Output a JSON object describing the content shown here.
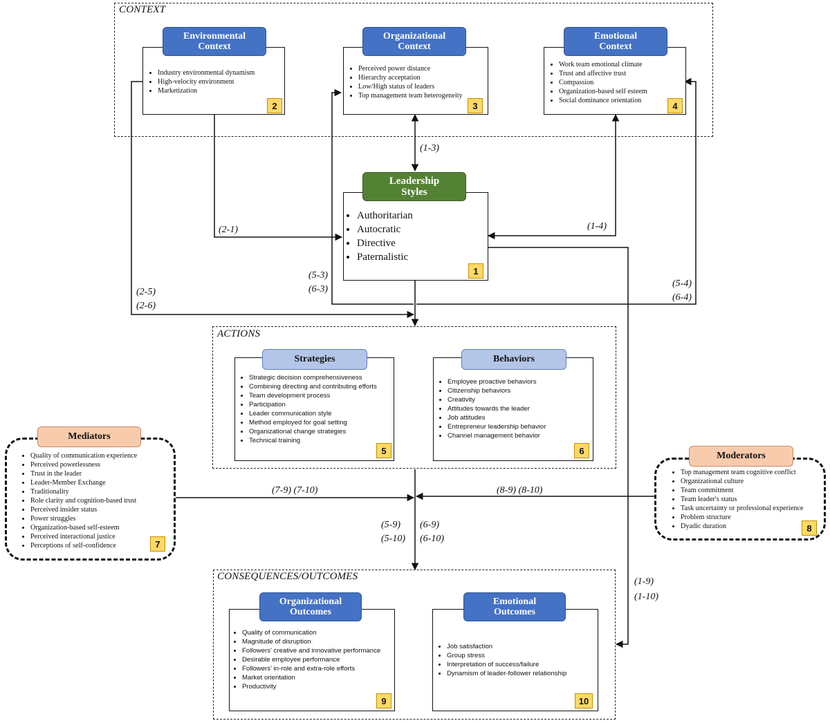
{
  "sections": {
    "context": "CONTEXT",
    "actions": "ACTIONS",
    "consequences": "CONSEQUENCES/OUTCOMES"
  },
  "boxes": {
    "environmental": {
      "title": [
        "Environmental",
        "Context"
      ],
      "items": [
        "Industry environmental dynamism",
        "High-velocity environment",
        "Marketization"
      ],
      "number": "2"
    },
    "organizational_context": {
      "title": [
        "Organizational",
        "Context"
      ],
      "items": [
        "Perceived power distance",
        "Hierarchy acceptation",
        "Low/High status of leaders",
        "Top management team heterogeneity"
      ],
      "number": "3"
    },
    "emotional_context": {
      "title": [
        "Emotional",
        "Context"
      ],
      "items": [
        "Work team emotional climate",
        "Trust and affective trust",
        "Compassion",
        "Organization-based self esteem",
        "Social dominance orientation"
      ],
      "number": "4"
    },
    "leadership": {
      "title": [
        "Leadership",
        "Styles"
      ],
      "items": [
        "Authoritarian",
        "Autocratic",
        "Directive",
        "Paternalistic"
      ],
      "number": "1"
    },
    "strategies": {
      "title": [
        "Strategies"
      ],
      "items": [
        "Strategic decision comprehensiveness",
        "Combining directing and contributing efforts",
        "Team development process",
        "Participation",
        "Leader communication style",
        "Method employed for goal setting",
        "Organizational change strategies",
        "Technical training"
      ],
      "number": "5"
    },
    "behaviors": {
      "title": [
        "Behaviors"
      ],
      "items": [
        "Employee proactive behaviors",
        "Citizenship behaviors",
        "Creativity",
        "Attitudes towards the leader",
        "Job attitudes",
        "Entrepreneur leadership behavior",
        "Channel management behavior"
      ],
      "number": "6"
    },
    "mediators": {
      "title": [
        "Mediators"
      ],
      "items": [
        "Quality of communication experience",
        "Perceived powerlessness",
        "Trust in the leader",
        "Leader-Member Exchange",
        "Traditionality",
        "Role clarity and cognition-based trust",
        "Perceived insider status",
        "Power struggles",
        "Organization-based self-esteem",
        "Perceived interactional justice",
        "Perceptions of self-confidence"
      ],
      "number": "7"
    },
    "moderators": {
      "title": [
        "Moderators"
      ],
      "items": [
        "Top management team cognitive conflict",
        "Organizational culture",
        "Team commitment",
        "Team leader's status",
        "Task uncertainty or professional experience",
        "Problem structure",
        "Dyadic duration"
      ],
      "number": "8"
    },
    "organizational_outcomes": {
      "title": [
        "Organizational",
        "Outcomes"
      ],
      "items": [
        "Quality of communication",
        "Magnitude of disruption",
        "Followers' creative and innovative performance",
        "Desirable employee performance",
        "Followers' in-role and extra-role efforts",
        "Market orientation",
        "Productivity"
      ],
      "number": "9"
    },
    "emotional_outcomes": {
      "title": [
        "Emotional",
        "Outcomes"
      ],
      "items": [
        "Job satisfaction",
        "Group stress",
        "Interpretation of success/failure",
        "Dynamism of leader-follower relationship"
      ],
      "number": "10"
    }
  },
  "links": {
    "l13": "(1-3)",
    "l21": "(2-1)",
    "l14": "(1-4)",
    "l25": "(2-5)",
    "l26": "(2-6)",
    "l53": "(5-3)",
    "l63": "(6-3)",
    "l54": "(5-4)",
    "l64": "(6-4)",
    "l79_710": "(7-9) (7-10)",
    "l89_810": "(8-9) (8-10)",
    "l59": "(5-9)",
    "l510": "(5-10)",
    "l69": "(6-9)",
    "l610": "(6-10)",
    "l19": "(1-9)",
    "l110": "(1-10)"
  }
}
